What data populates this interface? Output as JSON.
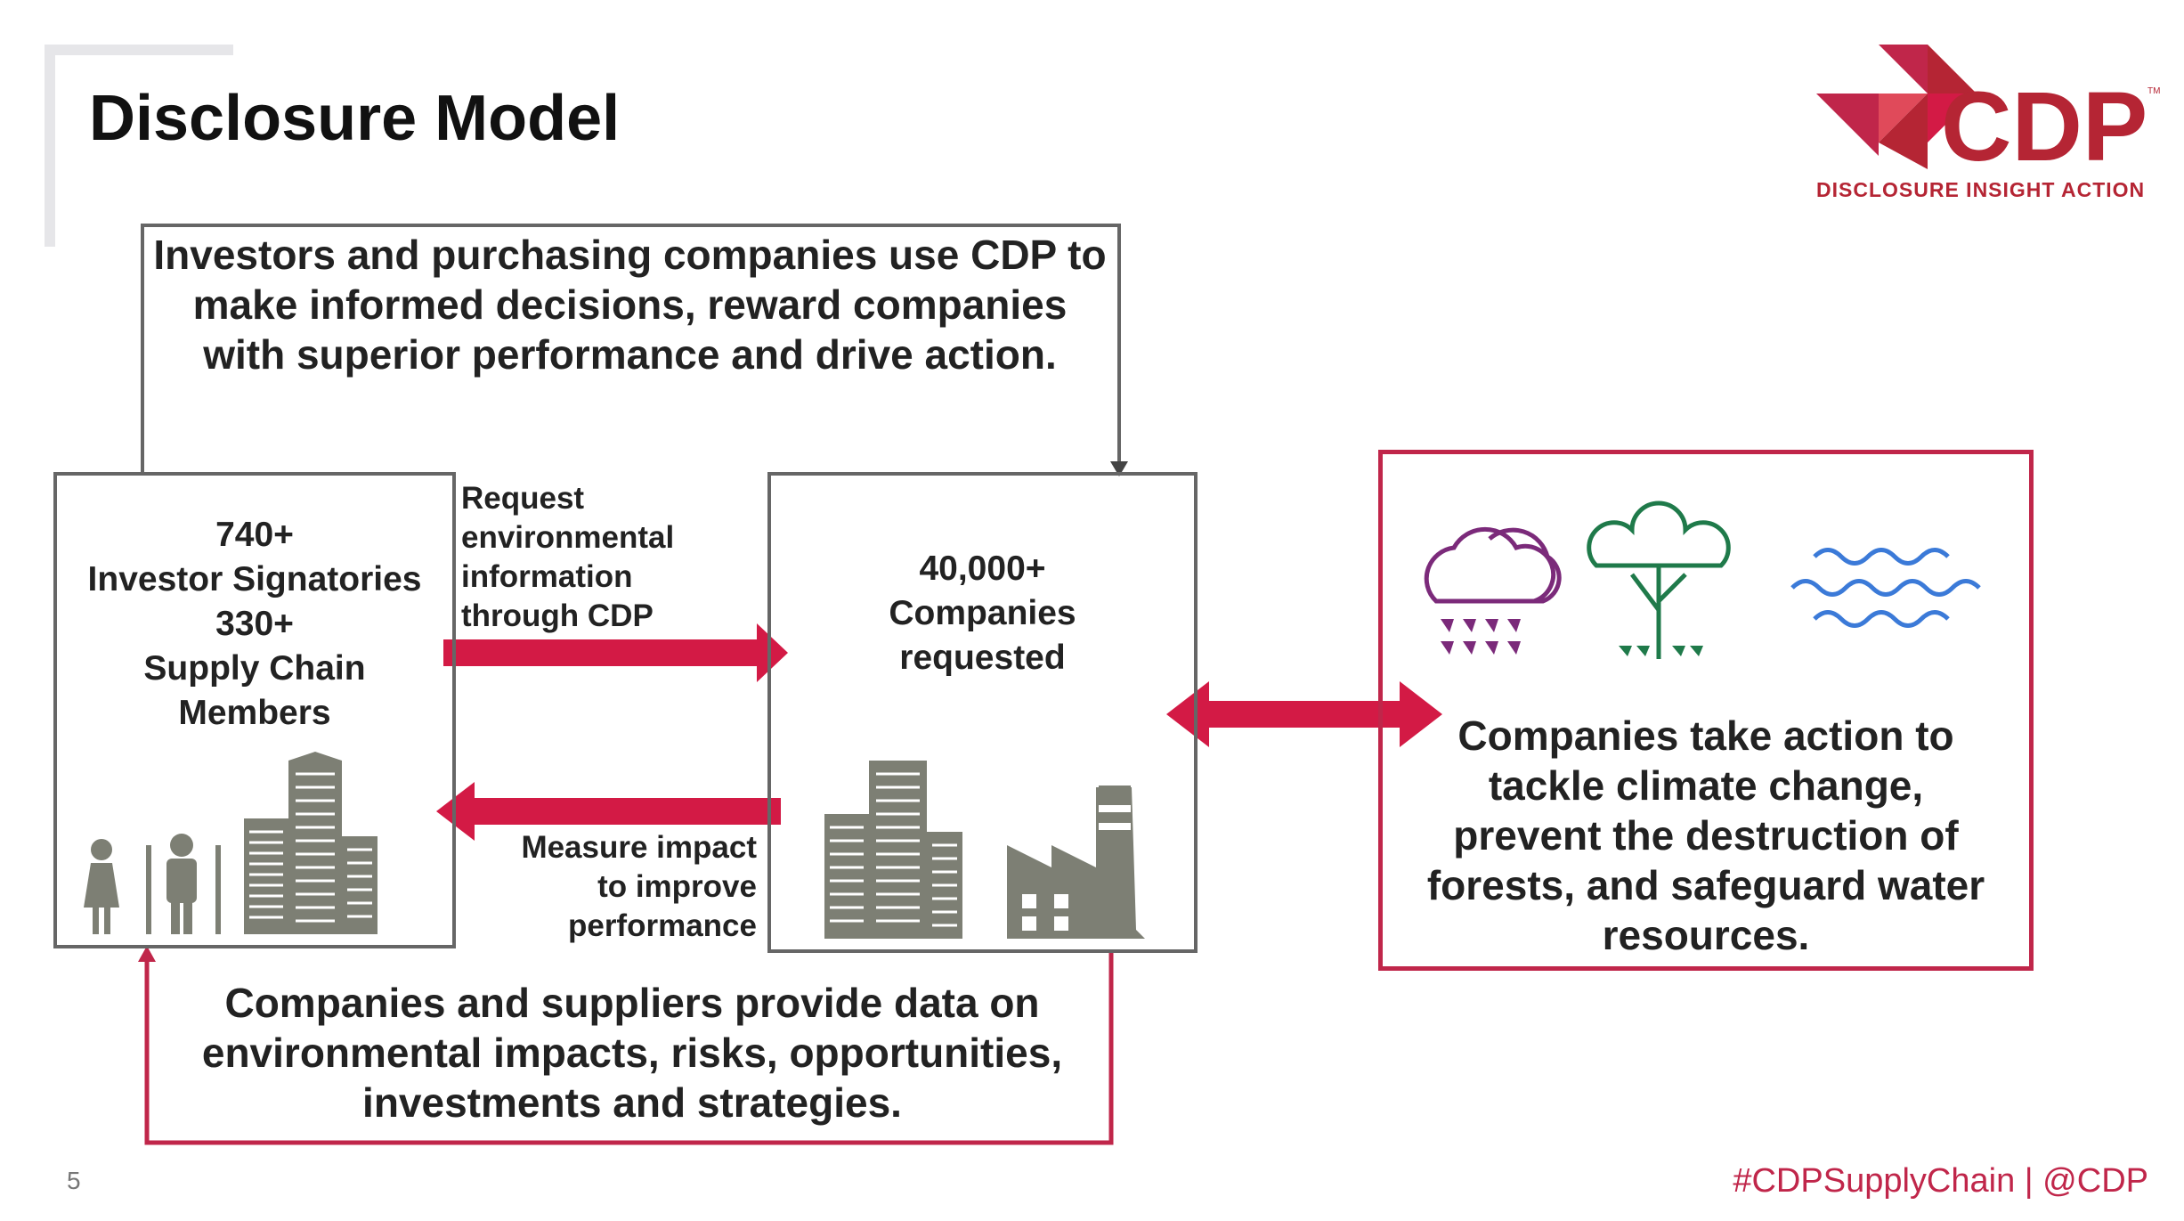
{
  "slide": {
    "title": "Disclosure  Model",
    "page_number": "5",
    "footer_tag": "#CDPSupplyChain | @CDP"
  },
  "logo": {
    "wordmark": "CDP",
    "tagline": "DISCLOSURE  INSIGHT  ACTION",
    "trademark": "TM"
  },
  "top_box": {
    "text": "Investors and purchasing companies use CDP to make informed decisions, reward companies with superior performance and drive action."
  },
  "left_box": {
    "line1": "740+",
    "line2": "Investor Signatories",
    "line3": "330+",
    "line4": "Supply Chain",
    "line5": "Members"
  },
  "request_label": [
    "Request",
    "environmental",
    "information",
    "through CDP"
  ],
  "measure_label": [
    "Measure impact",
    "to improve",
    "performance"
  ],
  "center_box": {
    "line1": "40,000+",
    "line2": "Companies",
    "line3": "requested"
  },
  "right_box": {
    "text": "Companies take action to tackle climate change, prevent the destruction of forests, and safeguard water resources."
  },
  "bottom_box": {
    "text": "Companies and suppliers provide data on environmental impacts, risks, opportunities, investments and strategies."
  },
  "colors": {
    "accent_red": "#d31a45",
    "border_red": "#c0264a",
    "icon_gray": "#7d7f74",
    "cloud_purple": "#7b2a7a",
    "tree_green": "#1f7a4a",
    "water_blue": "#3b7ad8",
    "logo_red": "#b52534"
  },
  "icons": [
    "people-icon",
    "office-buildings-icon",
    "factory-icon",
    "rain-cloud-icon",
    "tree-icon",
    "water-waves-icon"
  ]
}
